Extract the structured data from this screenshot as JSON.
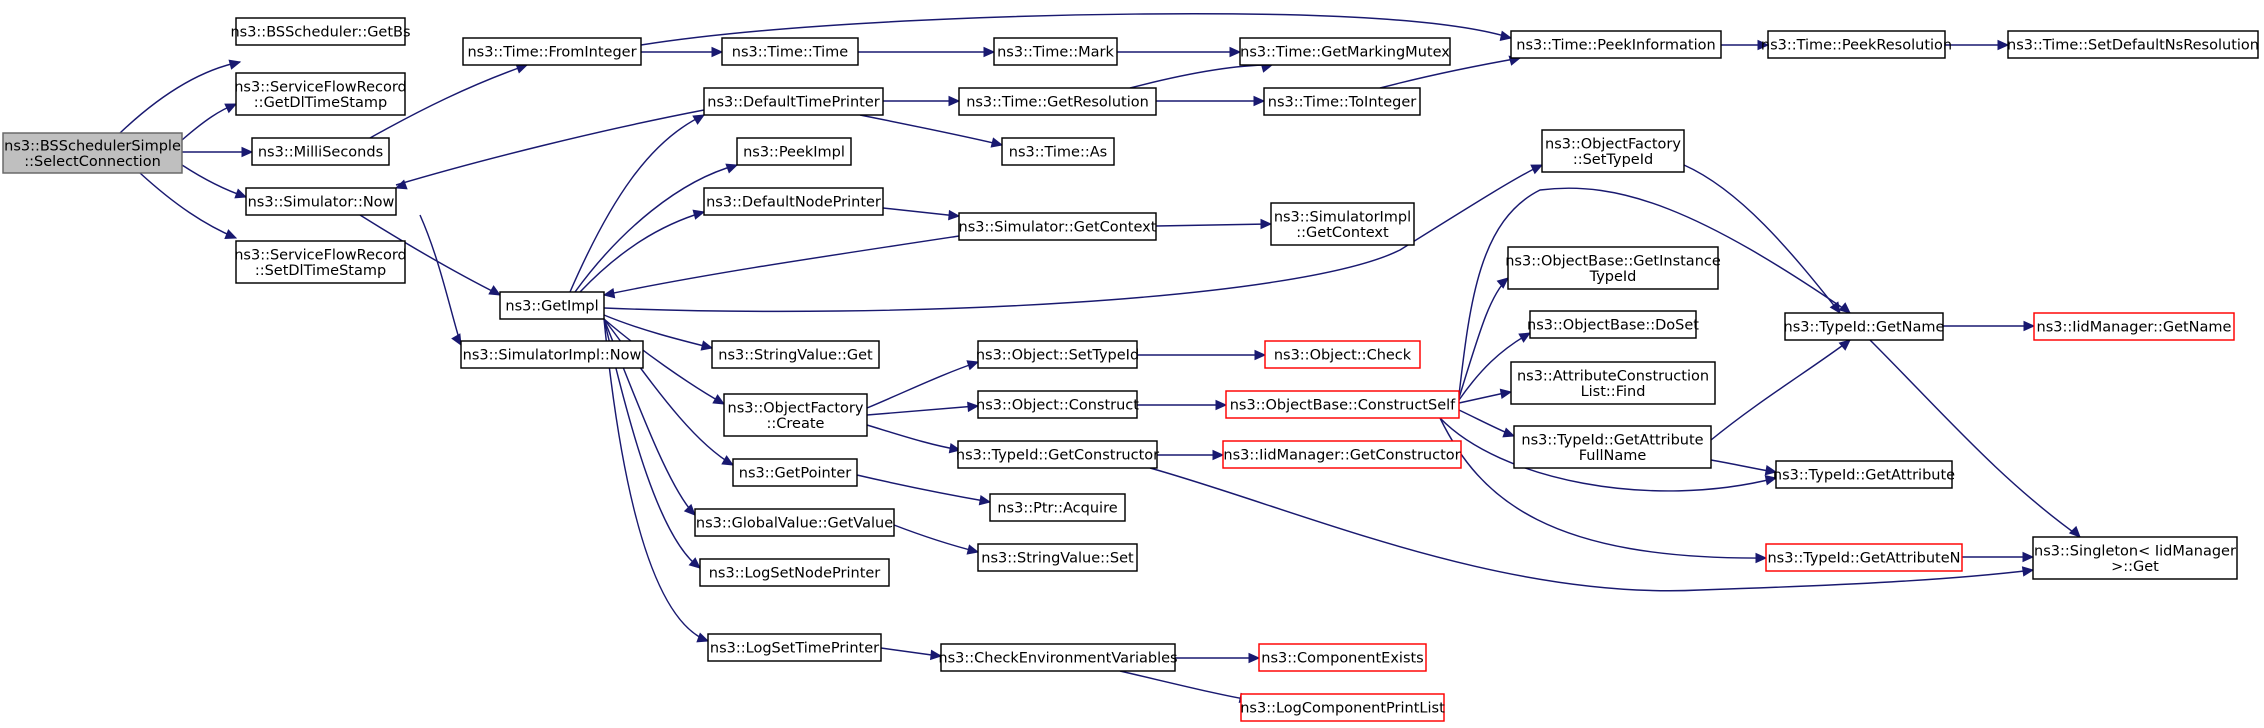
{
  "colors": {
    "edge": "#191970",
    "root_fill": "#bfbfbf",
    "truncated_border": "#ff0000"
  },
  "nodes": [
    {
      "id": "root",
      "lines": [
        "ns3::BSSchedulerSimple",
        "::SelectConnection"
      ]
    },
    {
      "id": "getbs",
      "lines": [
        "ns3::BSScheduler::GetBs"
      ]
    },
    {
      "id": "getdl",
      "lines": [
        "ns3::ServiceFlowRecord",
        "::GetDlTimeStamp"
      ]
    },
    {
      "id": "milli",
      "lines": [
        "ns3::MilliSeconds"
      ]
    },
    {
      "id": "simnow",
      "lines": [
        "ns3::Simulator::Now"
      ]
    },
    {
      "id": "setdl",
      "lines": [
        "ns3::ServiceFlowRecord",
        "::SetDlTimeStamp"
      ]
    },
    {
      "id": "frominteger",
      "lines": [
        "ns3::Time::FromInteger"
      ]
    },
    {
      "id": "timetime",
      "lines": [
        "ns3::Time::Time"
      ]
    },
    {
      "id": "mark",
      "lines": [
        "ns3::Time::Mark"
      ]
    },
    {
      "id": "peekinfo",
      "lines": [
        "ns3::Time::PeekInformation"
      ]
    },
    {
      "id": "peekres",
      "lines": [
        "ns3::Time::PeekResolution"
      ]
    },
    {
      "id": "setdefns",
      "lines": [
        "ns3::Time::SetDefaultNsResolution"
      ]
    },
    {
      "id": "deftime",
      "lines": [
        "ns3::DefaultTimePrinter"
      ]
    },
    {
      "id": "getres",
      "lines": [
        "ns3::Time::GetResolution"
      ]
    },
    {
      "id": "mutex",
      "lines": [
        "ns3::Time::GetMarkingMutex"
      ]
    },
    {
      "id": "tointeger",
      "lines": [
        "ns3::Time::ToInteger"
      ]
    },
    {
      "id": "as",
      "lines": [
        "ns3::Time::As"
      ]
    },
    {
      "id": "peekimpl",
      "lines": [
        "ns3::PeekImpl"
      ]
    },
    {
      "id": "defnode",
      "lines": [
        "ns3::DefaultNodePrinter"
      ]
    },
    {
      "id": "getctx",
      "lines": [
        "ns3::Simulator::GetContext"
      ]
    },
    {
      "id": "implctx",
      "lines": [
        "ns3::SimulatorImpl",
        "::GetContext"
      ]
    },
    {
      "id": "getimpl",
      "lines": [
        "ns3::GetImpl"
      ]
    },
    {
      "id": "implnow",
      "lines": [
        "ns3::SimulatorImpl::Now"
      ]
    },
    {
      "id": "strget",
      "lines": [
        "ns3::StringValue::Get"
      ]
    },
    {
      "id": "ofcreate",
      "lines": [
        "ns3::ObjectFactory",
        "::Create"
      ]
    },
    {
      "id": "getptr",
      "lines": [
        "ns3::GetPointer"
      ]
    },
    {
      "id": "gvget",
      "lines": [
        "ns3::GlobalValue::GetValue"
      ]
    },
    {
      "id": "lognode",
      "lines": [
        "ns3::LogSetNodePrinter"
      ]
    },
    {
      "id": "logtime",
      "lines": [
        "ns3::LogSetTimePrinter"
      ]
    },
    {
      "id": "objsettid",
      "lines": [
        "ns3::Object::SetTypeId"
      ]
    },
    {
      "id": "objcheck",
      "lines": [
        "ns3::Object::Check"
      ],
      "truncated": true
    },
    {
      "id": "objconstruct",
      "lines": [
        "ns3::Object::Construct"
      ]
    },
    {
      "id": "constructself",
      "lines": [
        "ns3::ObjectBase::ConstructSelf"
      ],
      "truncated": true
    },
    {
      "id": "getctor",
      "lines": [
        "ns3::TypeId::GetConstructor"
      ]
    },
    {
      "id": "iidctor",
      "lines": [
        "ns3::IidManager::GetConstructor"
      ],
      "truncated": true
    },
    {
      "id": "ptracq",
      "lines": [
        "ns3::Ptr::Acquire"
      ]
    },
    {
      "id": "strset",
      "lines": [
        "ns3::StringValue::Set"
      ]
    },
    {
      "id": "checkenv",
      "lines": [
        "ns3::CheckEnvironmentVariables"
      ]
    },
    {
      "id": "compexists",
      "lines": [
        "ns3::ComponentExists"
      ],
      "truncated": true
    },
    {
      "id": "logprint",
      "lines": [
        "ns3::LogComponentPrintList"
      ],
      "truncated": true
    },
    {
      "id": "ofsettid",
      "lines": [
        "ns3::ObjectFactory",
        "::SetTypeId"
      ]
    },
    {
      "id": "getinsttid",
      "lines": [
        "ns3::ObjectBase::GetInstance",
        "TypeId"
      ]
    },
    {
      "id": "doset",
      "lines": [
        "ns3::ObjectBase::DoSet"
      ]
    },
    {
      "id": "acfind",
      "lines": [
        "ns3::AttributeConstruction",
        "List::Find"
      ]
    },
    {
      "id": "getattrfull",
      "lines": [
        "ns3::TypeId::GetAttribute",
        "FullName"
      ]
    },
    {
      "id": "getattrn",
      "lines": [
        "ns3::TypeId::GetAttributeN"
      ],
      "truncated": true
    },
    {
      "id": "tidname",
      "lines": [
        "ns3::TypeId::GetName"
      ]
    },
    {
      "id": "iidname",
      "lines": [
        "ns3::IidManager::GetName"
      ],
      "truncated": true
    },
    {
      "id": "getattr",
      "lines": [
        "ns3::TypeId::GetAttribute"
      ]
    },
    {
      "id": "singleton",
      "lines": [
        "ns3::Singleton< IidManager",
        ">::Get"
      ]
    }
  ]
}
